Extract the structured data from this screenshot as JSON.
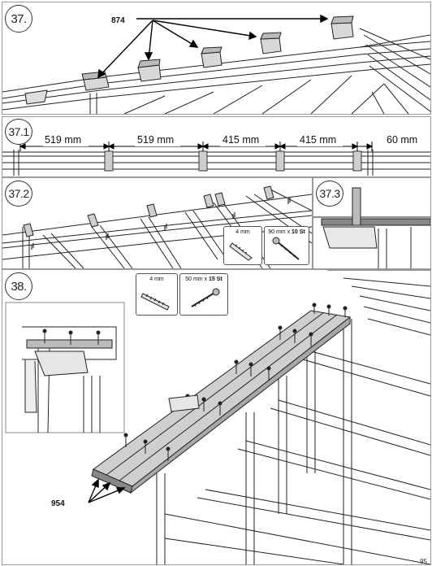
{
  "steps": {
    "s37": "37.",
    "s37_1": "37.1",
    "s37_2": "37.2",
    "s37_3": "37.3",
    "s38": "38."
  },
  "part_labels": {
    "p874": "874",
    "p954": "954"
  },
  "dimensions": [
    "519 mm",
    "519 mm",
    "415 mm",
    "415 mm",
    "60 mm"
  ],
  "hardware_37_2": {
    "dowel": "4 mm",
    "screw_size": "90 mm x ",
    "screw_qty": "10 St"
  },
  "hardware_38": {
    "dowel": "4 mm",
    "screw_size": "50 mm x ",
    "screw_qty": "15 St"
  },
  "page_number": "95"
}
